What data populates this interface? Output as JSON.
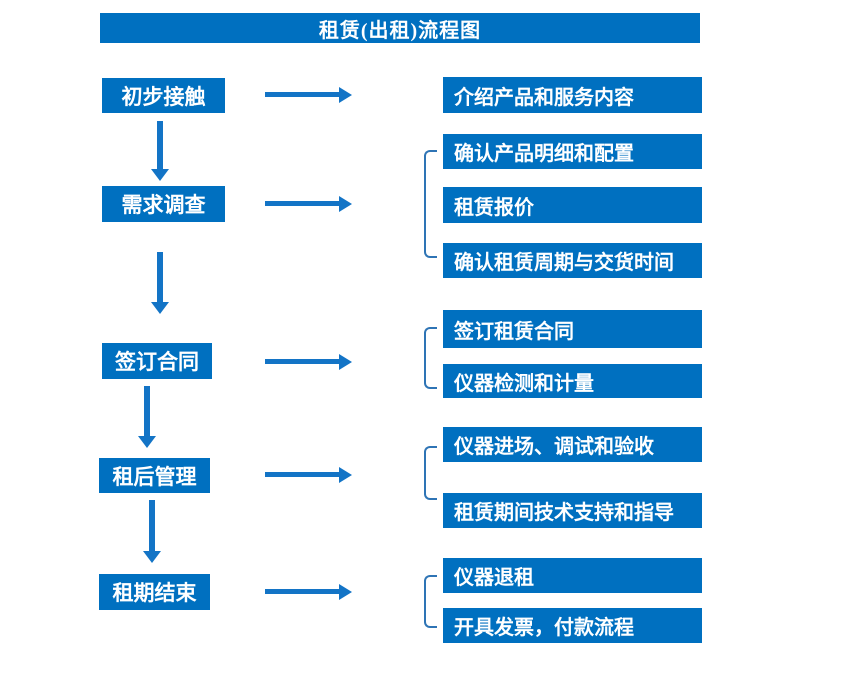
{
  "title": "租赁(出租)流程图",
  "colors": {
    "box_blue": "#0070C0",
    "arrow_blue": "#1374C6",
    "bracket_blue": "#2E74B5",
    "text_white": "#FFFFFF",
    "background": "#FFFFFF"
  },
  "steps": [
    {
      "label": "初步接触",
      "details": [
        "介绍产品和服务内容"
      ]
    },
    {
      "label": "需求调查",
      "details": [
        "确认产品明细和配置",
        "租赁报价",
        "确认租赁周期与交货时间"
      ]
    },
    {
      "label": "签订合同",
      "details": [
        "签订租赁合同",
        "仪器检测和计量"
      ]
    },
    {
      "label": "租后管理",
      "details": [
        "仪器进场、调试和验收",
        "租赁期间技术支持和指导"
      ]
    },
    {
      "label": "租期结束",
      "details": [
        "仪器退租",
        "开具发票，付款流程"
      ]
    }
  ]
}
